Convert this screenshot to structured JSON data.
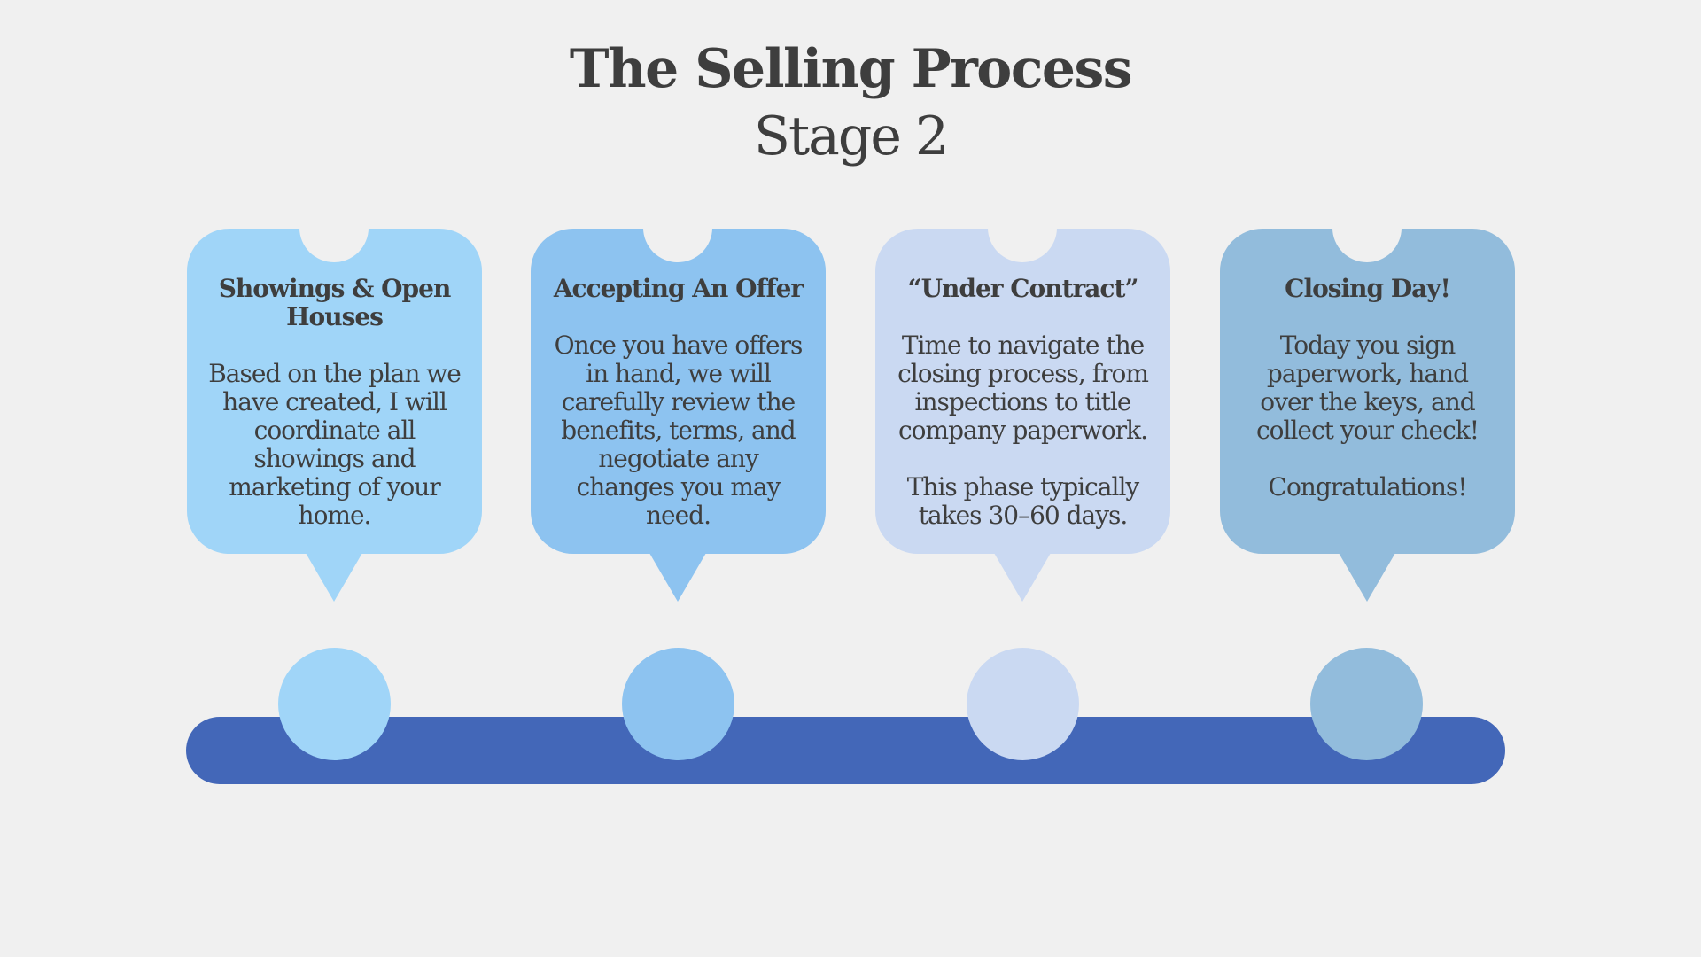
{
  "title": "The Selling Process",
  "subtitle": "Stage 2",
  "colors": {
    "background": "#f0f0f0",
    "track": "#4367b8",
    "step1": "#a0d5f8",
    "step2": "#8dc3f0",
    "step3": "#cad9f2",
    "step4": "#92bcdc"
  },
  "steps": [
    {
      "heading": "Showings & Open Houses",
      "body": "Based on the plan we have created, I will coordinate all showings and marketing of your home."
    },
    {
      "heading": "Accepting An Offer",
      "body": "Once you have offers in hand, we will carefully review the benefits, terms, and negotiate any changes you may need."
    },
    {
      "heading": "“Under Contract”",
      "body": "Time to navigate the closing process, from inspections to title company paperwork.\n\nThis phase typically takes 30–60 days."
    },
    {
      "heading": "Closing Day!",
      "body": "Today you sign paperwork, hand over the keys, and collect your check!\n\nCongratulations!"
    }
  ]
}
